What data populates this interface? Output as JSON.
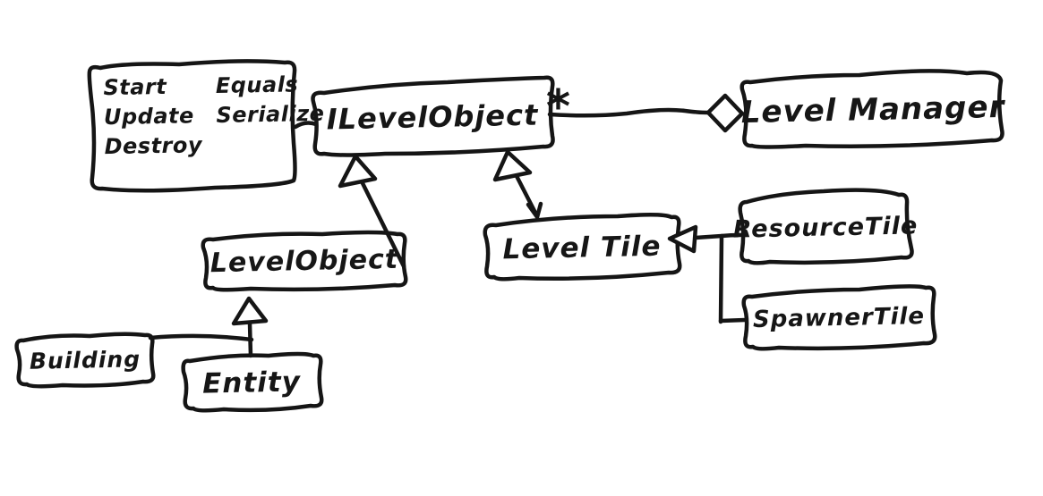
{
  "diagram": {
    "kind": "hand-drawn UML class diagram",
    "background_color": "#ffffff",
    "ink_color": "#151515",
    "methods_box": {
      "column1": [
        "Start",
        "Update",
        "Destroy"
      ],
      "column2": [
        "Equals",
        "Serialize"
      ]
    },
    "nodes": {
      "ilevelobject": {
        "label": "ILevelObject"
      },
      "levelmanager": {
        "label": "Level Manager"
      },
      "levelobject": {
        "label": "LevelObject"
      },
      "leveltile": {
        "label": "Level Tile"
      },
      "resourcetile": {
        "label": "ResourceTile"
      },
      "spawnertile": {
        "label": "SpawnerTile"
      },
      "building": {
        "label": "Building"
      },
      "entity": {
        "label": "Entity"
      }
    },
    "aggregation": {
      "multiplicity": "*"
    },
    "edges": [
      {
        "from": "ILevelObject",
        "to": "Level Manager",
        "type": "aggregation",
        "multiplicity": "*"
      },
      {
        "from": "methods box (Start, Update, Destroy, Equals, Serialize)",
        "to": "ILevelObject",
        "type": "attachment"
      },
      {
        "from": "LevelObject",
        "to": "ILevelObject",
        "type": "inheritance"
      },
      {
        "from": "Level Tile",
        "to": "ILevelObject",
        "type": "inheritance"
      },
      {
        "from": "Building",
        "to": "LevelObject",
        "type": "inheritance"
      },
      {
        "from": "Entity",
        "to": "LevelObject",
        "type": "inheritance"
      },
      {
        "from": "ResourceTile",
        "to": "Level Tile",
        "type": "inheritance"
      },
      {
        "from": "SpawnerTile",
        "to": "Level Tile",
        "type": "inheritance"
      }
    ]
  }
}
